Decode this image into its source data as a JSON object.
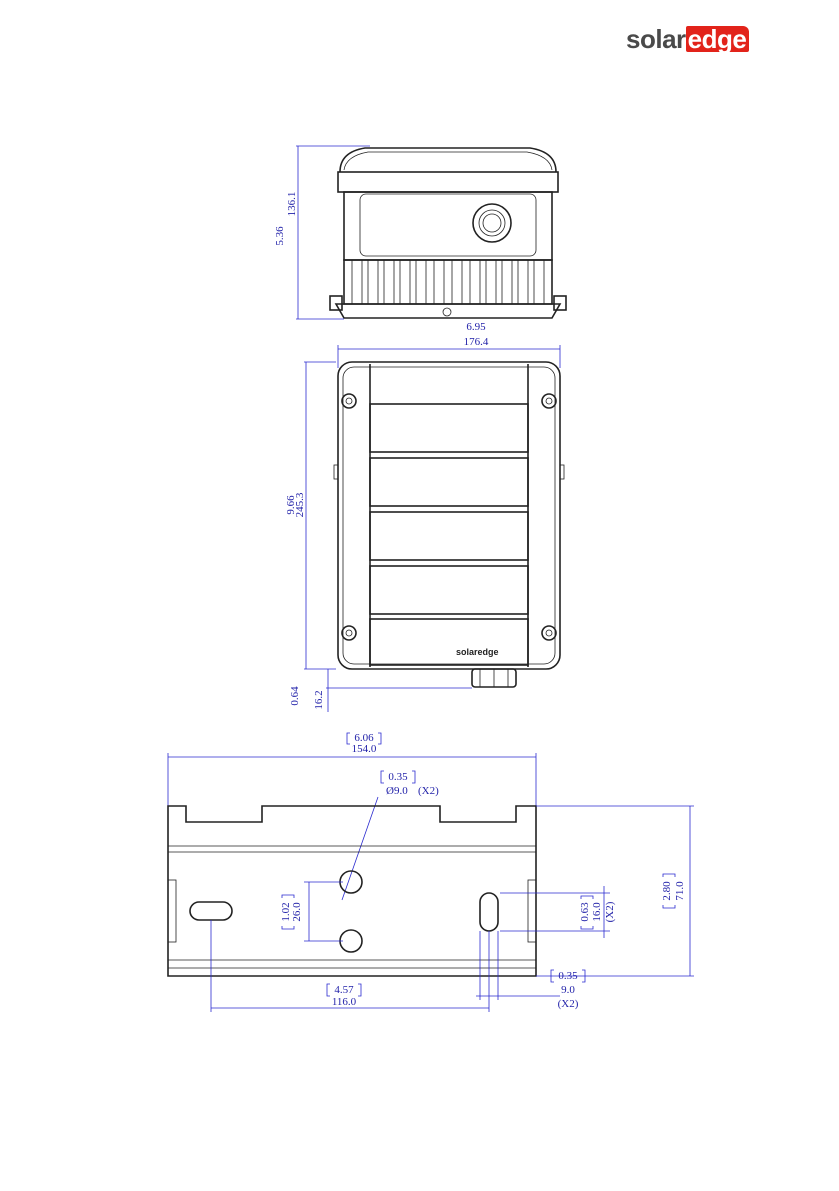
{
  "brand": {
    "logo_part1": "solar",
    "logo_part2": "edge",
    "device_label": "solaredge"
  },
  "top_view": {
    "height_in": "5.36",
    "height_mm": "136.1",
    "width_in": "6.95",
    "width_mm": "176.4"
  },
  "front_view": {
    "height_in": "9.66",
    "height_mm": "245.3",
    "gland_in": "0.64",
    "gland_mm": "16.2"
  },
  "bracket": {
    "width_in": "6.06",
    "width_mm": "154.0",
    "hole_in": "0.35",
    "hole_mm": "Ø9.0",
    "hole_qty": "(X2)",
    "hole_spacing_in": "1.02",
    "hole_spacing_mm": "26.0",
    "slot_len_in": "0.63",
    "slot_len_mm": "16.0",
    "slot_len_qty": "(X2)",
    "height_in": "2.80",
    "height_mm": "71.0",
    "slot_w_in": "0.35",
    "slot_w_mm": "9.0",
    "slot_w_qty": "(X2)",
    "base_in": "4.57",
    "base_mm": "116.0"
  },
  "colors": {
    "dimension": "#1f1fa8",
    "outline": "#222222",
    "brand_red": "#e2231a"
  }
}
